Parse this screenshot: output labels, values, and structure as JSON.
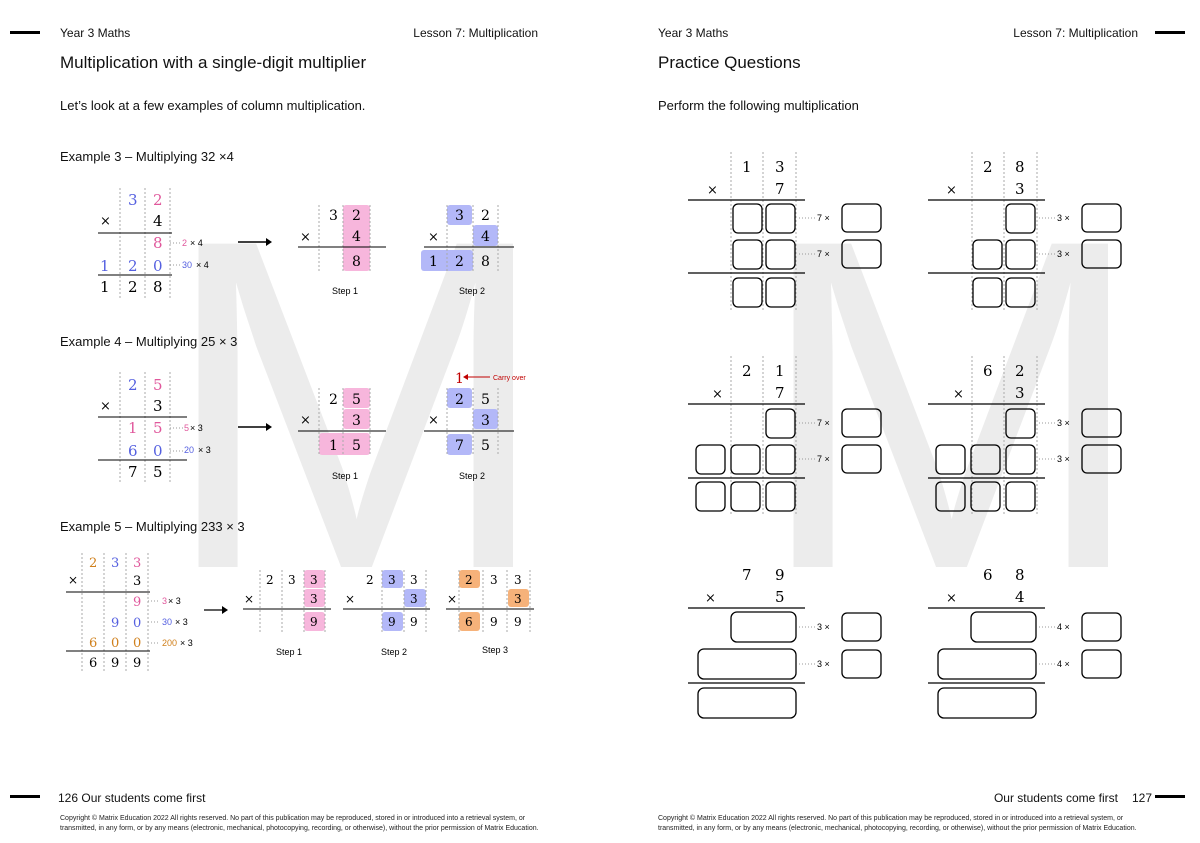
{
  "left_page": {
    "header_left": "Year 3 Maths",
    "header_right": "Lesson 7: Multiplication",
    "title": "Multiplication with a single-digit multiplier",
    "intro": "Let’s look at a few examples of column multiplication.",
    "footer": "126 Our students come first",
    "copyright": "Copyright © Matrix Education 2022 All rights reserved. No part of this publication may be reproduced, stored in or introduced into a retrieval system, or transmitted, in any form, or by any means (electronic, mechanical, photocopying, recording, or otherwise), without the prior permission of Matrix Education.",
    "watermark": "M",
    "examples": [
      {
        "label": "Example 3 – Multiplying 32 ×4"
      },
      {
        "label": "Example 4  – Multiplying 25 × 3"
      },
      {
        "label": "Example 5   – Multiplying 233 × 3"
      }
    ],
    "step1": "Step 1",
    "step2": "Step 2",
    "step3": "Step 3",
    "carry_over": "Carry over",
    "times": "×",
    "digits": {
      "ex3_top": [
        "3",
        "2"
      ],
      "ex3_mult": "4",
      "ex3_p1": "8",
      "ex3_p1_note": "2",
      "ex3_p2": [
        "1",
        "2",
        "0"
      ],
      "ex3_p2_note": "30",
      "ex3_res": [
        "1",
        "2",
        "8"
      ],
      "ex3_note_mult": "× 4",
      "ex3_s2_res": [
        "1",
        "2",
        "8"
      ],
      "ex4_top": [
        "2",
        "5"
      ],
      "ex4_mult": "3",
      "ex4_p1": [
        "1",
        "5"
      ],
      "ex4_p1_note": "5",
      "ex4_p2": [
        "6",
        "0"
      ],
      "ex4_p2_note": "20",
      "ex4_res": [
        "7",
        "5"
      ],
      "ex4_note_mult": "× 3",
      "ex4_carry": "1",
      "ex5_top": [
        "2",
        "3",
        "3"
      ],
      "ex5_mult": "3",
      "ex5_p1": "9",
      "ex5_p1_note": "3",
      "ex5_p2": [
        "9",
        "0"
      ],
      "ex5_p2_note": "30",
      "ex5_p3": [
        "6",
        "0",
        "0"
      ],
      "ex5_p3_note": "200",
      "ex5_res": [
        "6",
        "9",
        "9"
      ],
      "ex5_note_mult": "× 3"
    }
  },
  "right_page": {
    "header_left": "Year 3 Maths",
    "header_right": "Lesson 7:  Multiplication",
    "title": "Practice Questions",
    "intro": "Perform the following multiplication",
    "footer": "Our students come first",
    "page_number": "127",
    "copyright": "Copyright © Matrix Education 2022 All rights reserved. No part of this publication may be reproduced, stored in or introduced into a retrieval system, or transmitted, in any form, or by any means (electronic, mechanical, photocopying, recording, or otherwise), without the prior permission of Matrix Education.",
    "watermark": "M",
    "questions": [
      {
        "top": [
          "1",
          "3"
        ],
        "mult": "7",
        "note": "7 ×"
      },
      {
        "top": [
          "2",
          "8"
        ],
        "mult": "3",
        "note": "3 ×"
      },
      {
        "top": [
          "2",
          "1"
        ],
        "mult": "7",
        "note": "7 ×"
      },
      {
        "top": [
          "6",
          "2"
        ],
        "mult": "3",
        "note": "3 ×"
      },
      {
        "top": [
          "7",
          "9"
        ],
        "mult": "5",
        "note": "3 ×"
      },
      {
        "top": [
          "6",
          "8"
        ],
        "mult": "4",
        "note": "4 ×"
      }
    ]
  },
  "colors": {
    "pink": "#f7b6dc",
    "blue": "#b3b8f8",
    "orange": "#f6b27a",
    "pink_text": "#e0589c",
    "blue_text": "#5560e0",
    "orange_text": "#d0801c",
    "red": "#c00000"
  }
}
